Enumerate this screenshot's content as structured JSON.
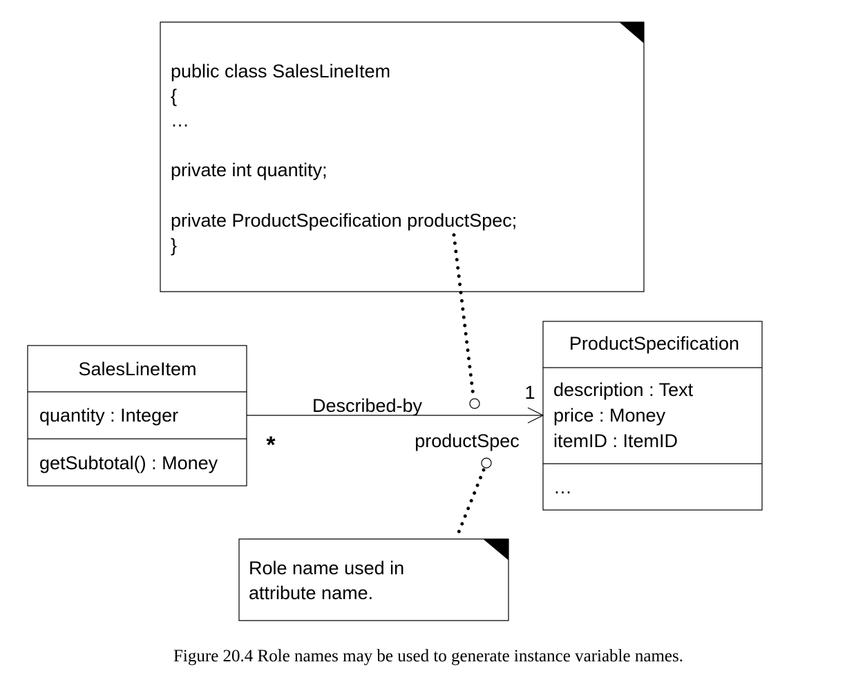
{
  "code_note": {
    "lines": [
      "public class SalesLineItem",
      "{",
      "…",
      "",
      "private int quantity;",
      "",
      "private ProductSpecification productSpec;",
      "}"
    ]
  },
  "sales_line_item": {
    "name": "SalesLineItem",
    "attributes": [
      "quantity : Integer"
    ],
    "operations": [
      "getSubtotal() : Money"
    ]
  },
  "product_specification": {
    "name": "ProductSpecification",
    "attributes": [
      "description : Text",
      "price : Money",
      "itemID : ItemID"
    ],
    "operations": [
      "…"
    ]
  },
  "association": {
    "name": "Described-by",
    "role_name": "productSpec",
    "multiplicity_source": "*",
    "multiplicity_target": "1"
  },
  "role_note": {
    "lines": [
      "Role name used in",
      "attribute name."
    ]
  },
  "caption": "Figure 20.4 Role names may be used to generate instance variable names."
}
